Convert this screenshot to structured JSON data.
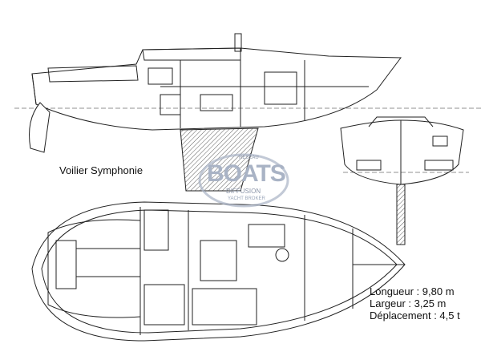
{
  "title": "Voilier Symphonie",
  "specs": {
    "length": "Longueur : 9,80 m",
    "beam": "Largeur : 3,25 m",
    "displacement": "Déplacement : 4,5 t"
  },
  "watermark": {
    "top": "RESEAU",
    "main": "BOATS",
    "sub": "DIFFUSION",
    "sub2": "YACHT BROKER"
  },
  "colors": {
    "line": "#222222",
    "watermark": "#9aa6ba"
  }
}
